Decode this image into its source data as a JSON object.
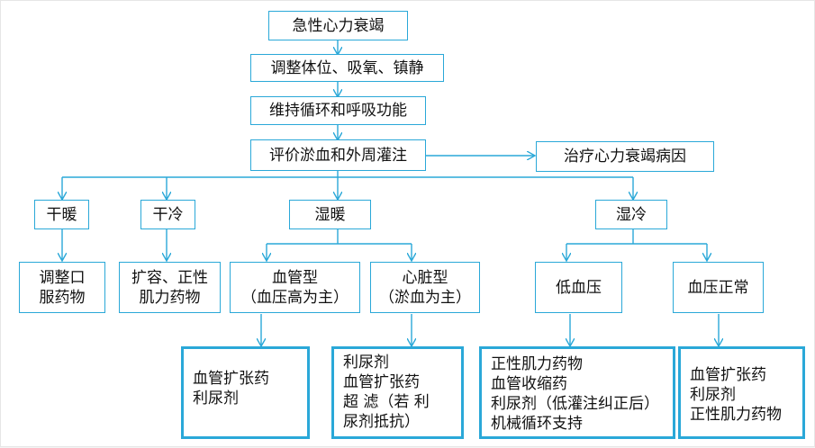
{
  "colors": {
    "accent": "#2aa8d8",
    "text": "#111111"
  },
  "nodes": {
    "root": "急性心力衰竭",
    "position": "调整体位、吸氧、镇静",
    "circulation": "维持循环和呼吸功能",
    "evaluate": "评价淤血和外周灌注",
    "treat_cause": "治疗心力衰竭病因",
    "dry_warm": "干暖",
    "dry_cold": "干冷",
    "wet_warm": "湿暖",
    "wet_cold": "湿冷",
    "dry_warm_tx": [
      "调整口",
      "服药物"
    ],
    "dry_cold_tx": [
      "扩容、正性",
      "肌力药物"
    ],
    "vascular": [
      "血管型",
      "（血压高为主）"
    ],
    "cardiac": [
      "心脏型",
      "（淤血为主）"
    ],
    "low_bp": "低血压",
    "normal_bp": "血压正常",
    "vascular_tx": [
      "血管扩张药",
      "利尿剂"
    ],
    "cardiac_tx": [
      "利尿剂",
      "血管扩张药",
      "超 滤（若 利",
      "尿剂抵抗）"
    ],
    "low_bp_tx": [
      "正性肌力药物",
      "血管收缩药",
      "利尿剂（低灌注纠正后）",
      "机械循环支持"
    ],
    "normal_bp_tx": [
      "血管扩张药",
      "利尿剂",
      "正性肌力药物"
    ]
  }
}
